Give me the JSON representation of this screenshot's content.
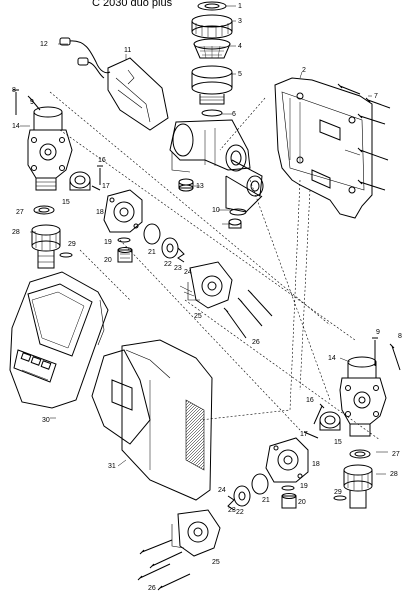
{
  "diagram": {
    "title": "C 2030 duo plus",
    "part_labels": [
      "1",
      "2",
      "3",
      "4",
      "5",
      "6",
      "7",
      "8",
      "9",
      "10",
      "11",
      "12",
      "13",
      "14",
      "15",
      "16",
      "17",
      "18",
      "19",
      "20",
      "21",
      "22",
      "23",
      "24",
      "25",
      "26",
      "27",
      "28",
      "29",
      "30",
      "31",
      "8",
      "9",
      "14",
      "15",
      "16",
      "17",
      "18",
      "19",
      "20",
      "21",
      "22",
      "23",
      "24",
      "25",
      "26",
      "27",
      "28",
      "29"
    ]
  }
}
